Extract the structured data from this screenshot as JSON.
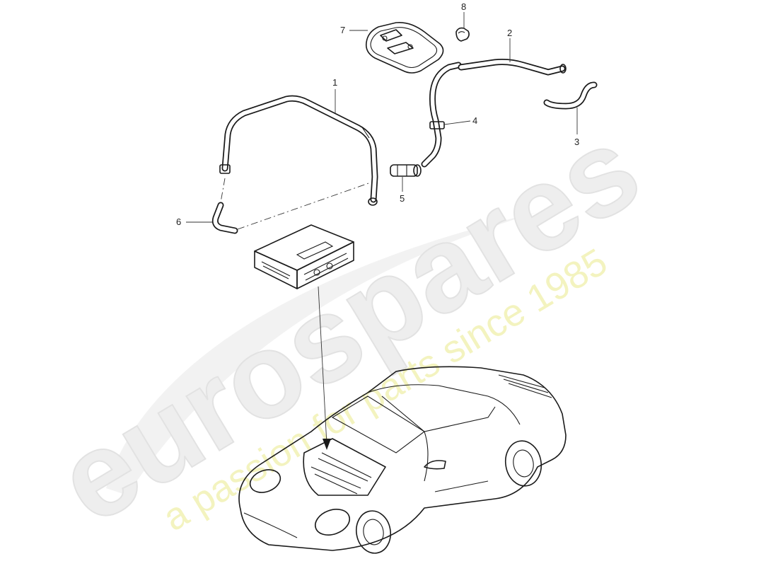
{
  "watermark": {
    "brand": "eurospares",
    "tagline": "a passion for parts since 1985",
    "brand_color": "#eeeeee",
    "tagline_color": "#f3f3bf"
  },
  "callouts": [
    {
      "id": "1",
      "label": "1"
    },
    {
      "id": "2",
      "label": "2"
    },
    {
      "id": "3",
      "label": "3"
    },
    {
      "id": "4",
      "label": "4"
    },
    {
      "id": "5",
      "label": "5"
    },
    {
      "id": "6",
      "label": "6"
    },
    {
      "id": "7",
      "label": "7"
    },
    {
      "id": "8",
      "label": "8"
    }
  ]
}
